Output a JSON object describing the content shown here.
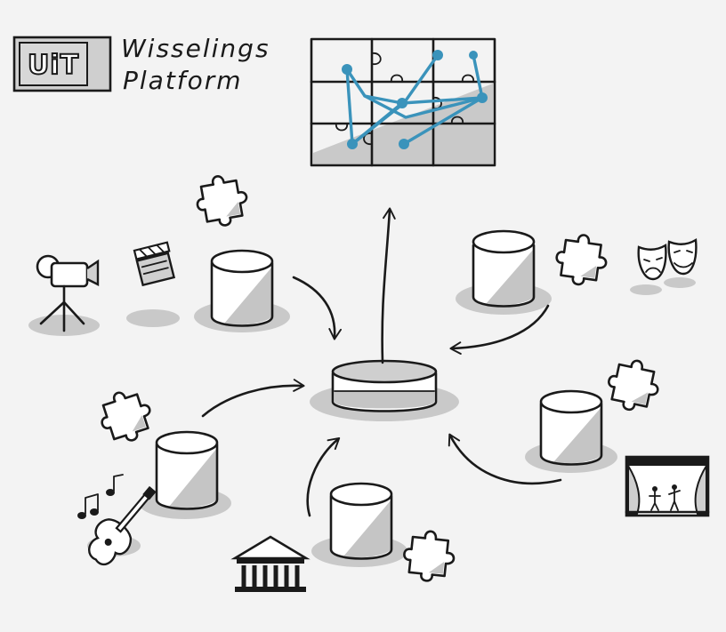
{
  "logo": {
    "badge_text": "UiT",
    "title_line1": "Wisselings",
    "title_line2": "Platform"
  },
  "colors": {
    "background": "#f3f3f3",
    "ink": "#1a1a1a",
    "shade": "#c5c5c5",
    "network_blue": "#3a93bb"
  },
  "icons": [
    "uit-logo-icon",
    "puzzle-grid-icon",
    "central-platform-icon",
    "video-camera-icon",
    "clapperboard-icon",
    "theater-masks-icon",
    "guitar-icon",
    "music-notes-icon",
    "museum-icon",
    "theater-stage-icon",
    "puzzle-piece-icon",
    "database-cylinder-icon",
    "arrow-icon"
  ]
}
